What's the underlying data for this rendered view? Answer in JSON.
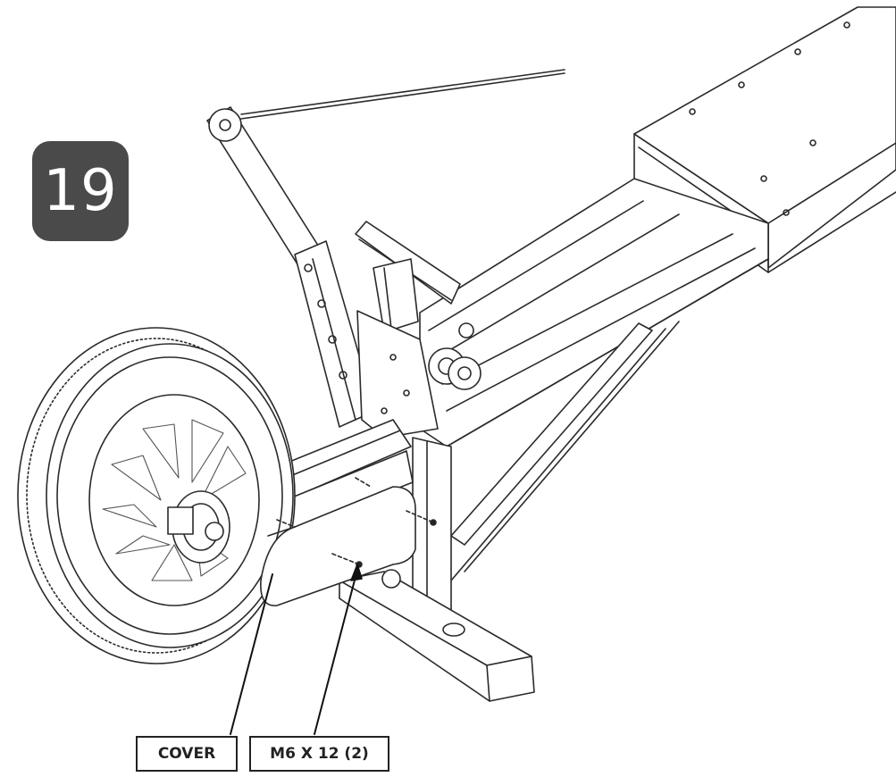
{
  "step": {
    "number": "19"
  },
  "labels": {
    "cover": "COVER",
    "screw": "M6 X 12 (2)"
  },
  "colors": {
    "badge": "#4a4a4a",
    "line": "#222222"
  }
}
